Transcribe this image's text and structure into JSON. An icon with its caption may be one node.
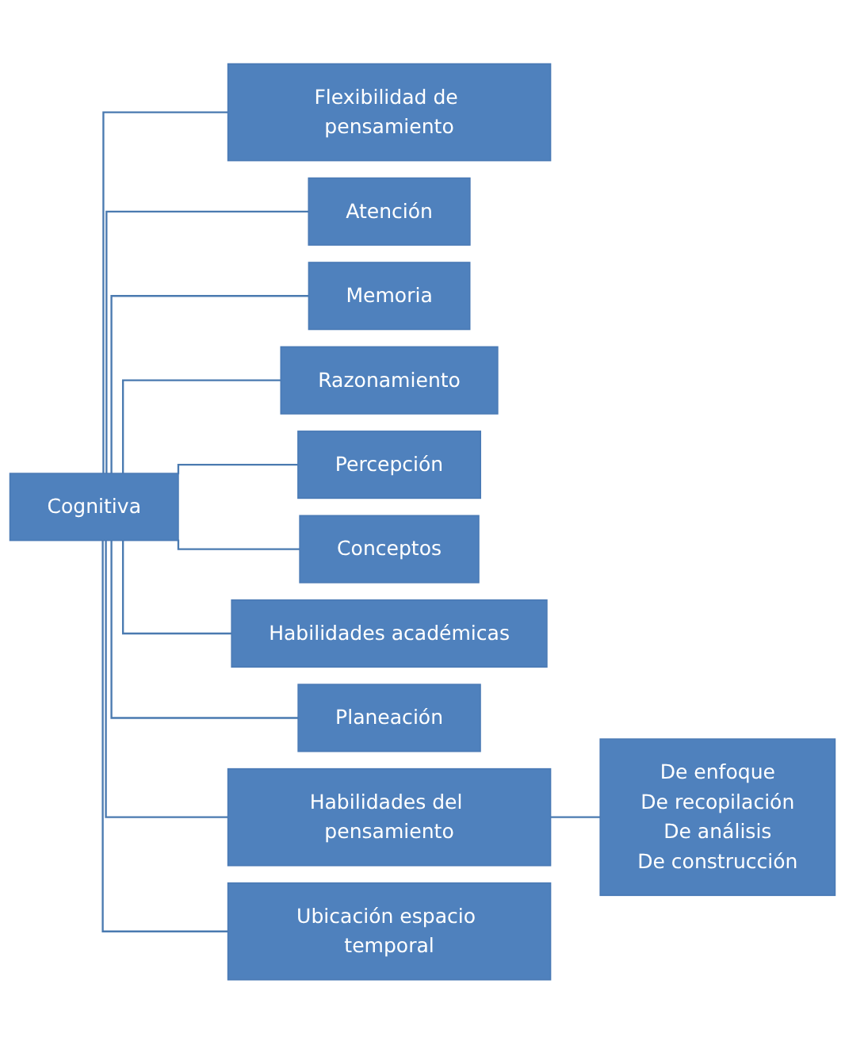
{
  "diagram": {
    "nodes": [
      {
        "text": [
          "Cognitiva"
        ]
      },
      {
        "text": [
          "Flexibilidad de pensamiento"
        ]
      },
      {
        "text": [
          "Atención"
        ]
      },
      {
        "text": [
          "Memoria"
        ]
      },
      {
        "text": [
          "Razonamiento"
        ]
      },
      {
        "text": [
          "Percepción"
        ]
      },
      {
        "text": [
          "Conceptos"
        ]
      },
      {
        "text": [
          "Habilidades académicas"
        ]
      },
      {
        "text": [
          "Planeación"
        ]
      },
      {
        "text": [
          "Habilidades del pensamiento"
        ]
      },
      {
        "text": [
          "Ubicación espacio temporal"
        ]
      },
      {
        "text": [
          "De enfoque",
          "De recopilación",
          "De análisis",
          "De construcción"
        ]
      }
    ],
    "edges": [
      {
        "from": 0,
        "to": 1,
        "arrow": "none"
      },
      {
        "from": 0,
        "to": 2,
        "arrow": "none"
      },
      {
        "from": 0,
        "to": 3,
        "arrow": "none"
      },
      {
        "from": 0,
        "to": 4,
        "arrow": "none"
      },
      {
        "from": 0,
        "to": 5,
        "arrow": "none"
      },
      {
        "from": 0,
        "to": 6,
        "arrow": "none"
      },
      {
        "from": 0,
        "to": 7,
        "arrow": "none"
      },
      {
        "from": 0,
        "to": 8,
        "arrow": "none"
      },
      {
        "from": 0,
        "to": 9,
        "arrow": "none"
      },
      {
        "from": 0,
        "to": 10,
        "arrow": "none"
      },
      {
        "from": 9,
        "to": 11,
        "arrow": "none"
      }
    ]
  }
}
